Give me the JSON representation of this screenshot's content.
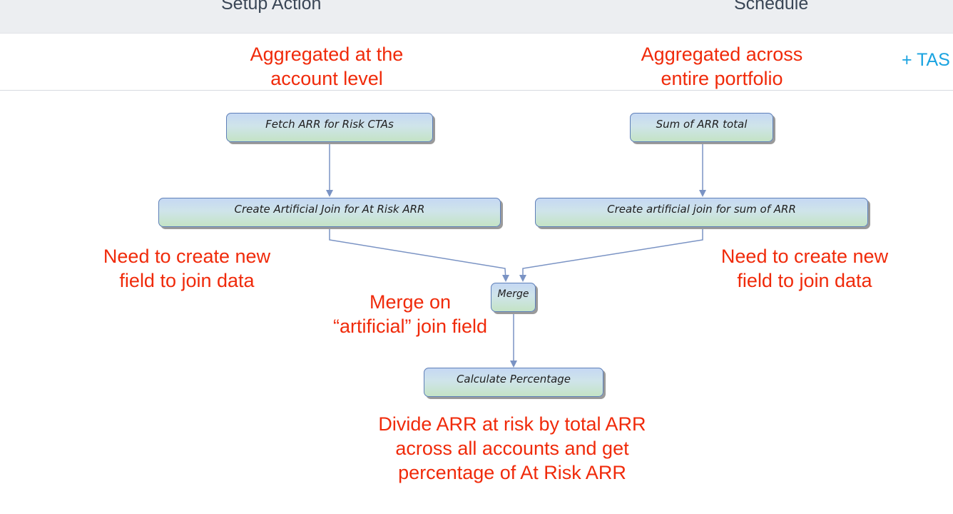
{
  "tabs": [
    {
      "label": "Setup Action"
    },
    {
      "label": "Schedule"
    }
  ],
  "toolbar": {
    "add_task_label": "+ TAS"
  },
  "annotations": {
    "left_top": [
      "Aggregated at the",
      "account level"
    ],
    "right_top": [
      "Aggregated across",
      "entire portfolio"
    ],
    "left_mid": [
      "Need to create new",
      "field to join data"
    ],
    "right_mid": [
      "Need to create new",
      "field to join data"
    ],
    "merge": [
      "Merge on",
      "“artificial” join field"
    ],
    "bottom": [
      "Divide ARR at risk by total ARR",
      "across all accounts and get",
      "percentage of At Risk ARR"
    ]
  },
  "flow": {
    "nodes": [
      {
        "id": "fetch",
        "label": "Fetch ARR for Risk CTAs"
      },
      {
        "id": "sum",
        "label": "Sum of ARR total"
      },
      {
        "id": "join_left",
        "label": "Create Artificial Join for At Risk ARR"
      },
      {
        "id": "join_right",
        "label": "Create artificial join for sum of ARR"
      },
      {
        "id": "merge",
        "label": "Merge"
      },
      {
        "id": "calc",
        "label": "Calculate Percentage"
      }
    ],
    "edges": [
      [
        "fetch",
        "join_left"
      ],
      [
        "sum",
        "join_right"
      ],
      [
        "join_left",
        "merge"
      ],
      [
        "join_right",
        "merge"
      ],
      [
        "merge",
        "calc"
      ]
    ],
    "colors": {
      "edge": "#7a93c4",
      "node_border": "#5e7fb8",
      "annotation": "#f02a0a",
      "link": "#1aa3e0"
    }
  }
}
